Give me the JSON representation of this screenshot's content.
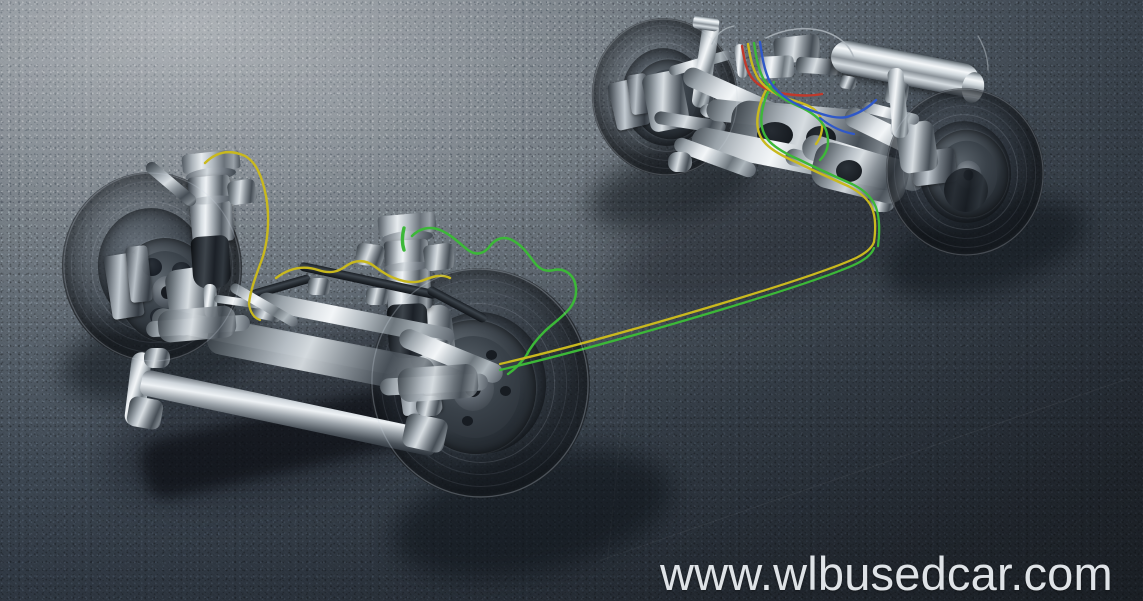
{
  "scene": {
    "title": "Air suspension chassis cutaway render",
    "subject": "Automotive front and rear axle air-suspension assembly",
    "view": "three-quarter top isometric",
    "background_style": "textured stucco gradient backdrop",
    "colors": {
      "backdrop_light": "#a6abb0",
      "backdrop_mid": "#6c757d",
      "backdrop_dark": "#2c343e",
      "metal_highlight": "#f3f6f8",
      "metal_shadow": "#3b434b",
      "tire_black": "#161b21",
      "cable_green": "#3cb838",
      "cable_yellow": "#c9b91e",
      "cable_red": "#c0392b",
      "cable_blue": "#2f58c8",
      "watermark_text": "#dfe3e7"
    }
  },
  "watermark": {
    "text": "www.wlbusedcar.com"
  },
  "assemblies": [
    {
      "id": "front-axle",
      "label": "Front axle assembly",
      "components": [
        "front-left-wheel",
        "front-right-wheel",
        "front-left-air-strut",
        "front-right-air-strut",
        "front-subframe",
        "anti-roll-bar",
        "steering-rack",
        "lower-control-arms",
        "front-brake-discs",
        "front-brake-calipers"
      ]
    },
    {
      "id": "rear-axle",
      "label": "Rear axle assembly",
      "components": [
        "rear-left-wheel",
        "rear-right-wheel",
        "rear-subframe",
        "rear-air-struts",
        "air-reservoir-tank",
        "air-compressor-module",
        "rear-brake-discs",
        "rear-brake-calipers",
        "multi-link-arms"
      ]
    }
  ],
  "cables": [
    {
      "name": "front-left-sensor-harness",
      "color": "#c9b91e"
    },
    {
      "name": "front-right-sensor-harness",
      "color": "#3cb838"
    },
    {
      "name": "front-to-rear-air-line-green",
      "color": "#3cb838"
    },
    {
      "name": "front-to-rear-air-line-yellow",
      "color": "#c9b91e"
    },
    {
      "name": "rear-harness-red",
      "color": "#c0392b"
    },
    {
      "name": "rear-harness-yellow",
      "color": "#c9b91e"
    },
    {
      "name": "rear-harness-green",
      "color": "#3cb838"
    },
    {
      "name": "rear-harness-blue",
      "color": "#2f58c8"
    }
  ]
}
